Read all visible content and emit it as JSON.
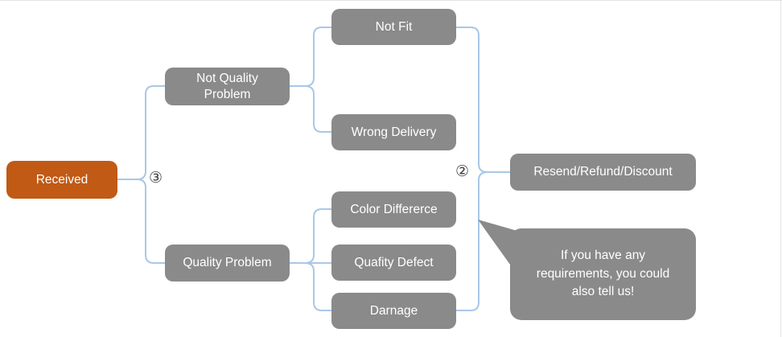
{
  "nodes": {
    "received": {
      "label": "Received"
    },
    "not_quality_problem": {
      "lines": [
        "Not Quality",
        "Problem"
      ]
    },
    "quality_problem": {
      "label": "Quality Problem"
    },
    "not_fit": {
      "label": "Not Fit"
    },
    "wrong_delivery": {
      "label": "Wrong Delivery"
    },
    "color_difference": {
      "label": "Color Differerce"
    },
    "quality_defect": {
      "label": "Quafity Defect"
    },
    "damage": {
      "label": "Darnage"
    },
    "resolution": {
      "label": "Resend/Refund/Discount"
    }
  },
  "annotations": {
    "left_step_marker": "③",
    "right_step_marker": "②"
  },
  "callout": {
    "lines": [
      "If you have any",
      "requirements, you could",
      "also tell us!"
    ]
  },
  "colors": {
    "root_fill": "#c05a15",
    "node_fill": "#8a8a8a",
    "connector": "#a9c7e8",
    "text_color": "#ffffff",
    "marker_color": "#3f3f3f"
  }
}
